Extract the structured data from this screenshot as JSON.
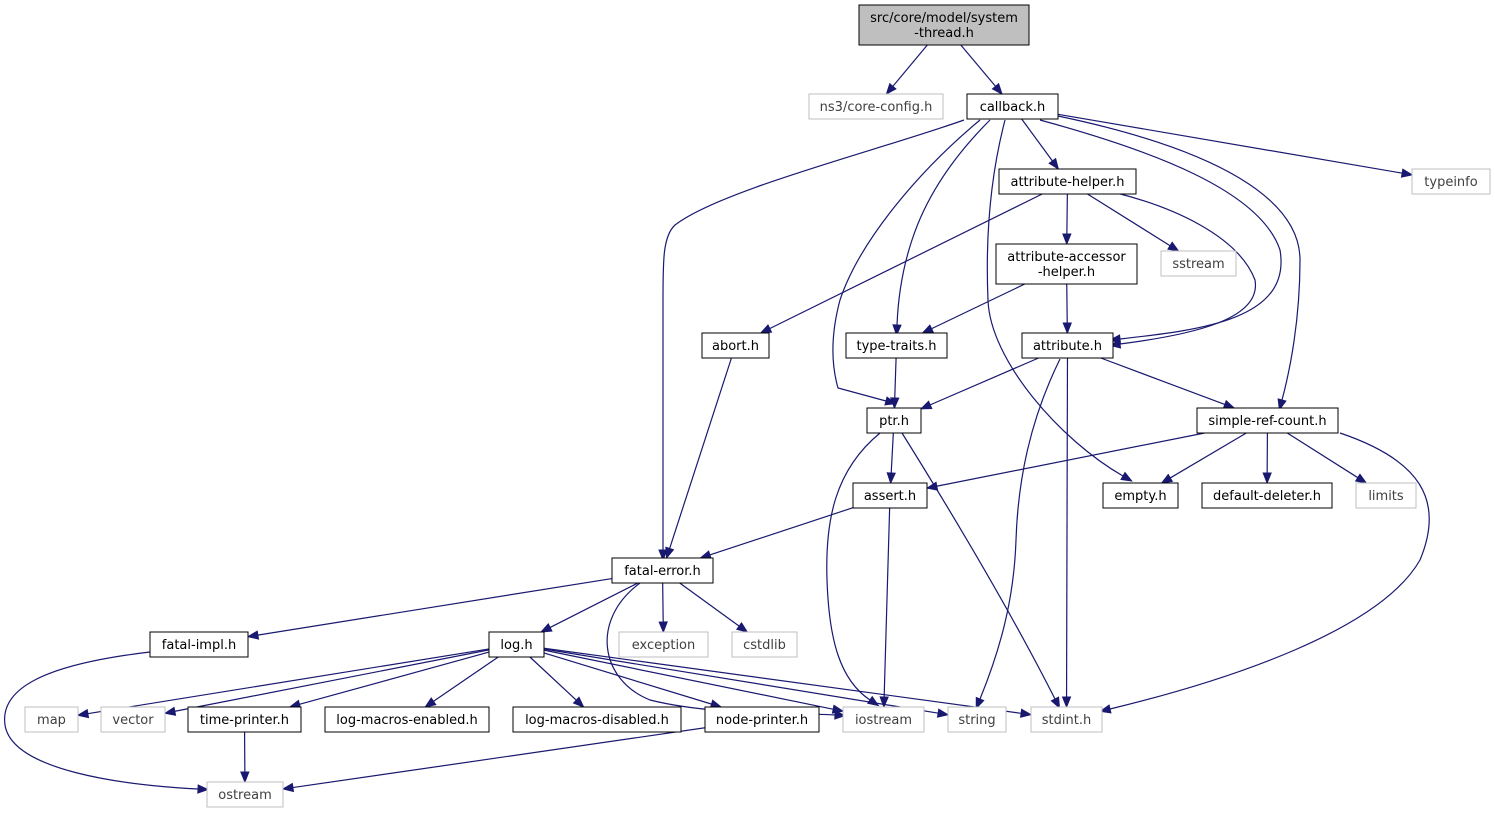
{
  "colors": {
    "edge": "#191970",
    "root_fill": "#bfbfbf",
    "external_border": "#bfbfbf",
    "internal_border": "#000000",
    "external_text": "#404040"
  },
  "nodes": [
    {
      "id": "root",
      "kind": "root",
      "label_lines": [
        "src/core/model/system",
        "-thread.h"
      ]
    },
    {
      "id": "ns3-core-config",
      "kind": "sys",
      "label_lines": [
        "ns3/core-config.h"
      ]
    },
    {
      "id": "callback",
      "kind": "doc",
      "label_lines": [
        "callback.h"
      ]
    },
    {
      "id": "typeinfo",
      "kind": "sys",
      "label_lines": [
        "typeinfo"
      ]
    },
    {
      "id": "attribute-helper",
      "kind": "doc",
      "label_lines": [
        "attribute-helper.h"
      ]
    },
    {
      "id": "attribute-accessor-helper",
      "kind": "doc",
      "label_lines": [
        "attribute-accessor",
        "-helper.h"
      ]
    },
    {
      "id": "sstream",
      "kind": "sys",
      "label_lines": [
        "sstream"
      ]
    },
    {
      "id": "abort",
      "kind": "doc",
      "label_lines": [
        "abort.h"
      ]
    },
    {
      "id": "type-traits",
      "kind": "doc",
      "label_lines": [
        "type-traits.h"
      ]
    },
    {
      "id": "attribute",
      "kind": "doc",
      "label_lines": [
        "attribute.h"
      ]
    },
    {
      "id": "ptr",
      "kind": "doc",
      "label_lines": [
        "ptr.h"
      ]
    },
    {
      "id": "simple-ref-count",
      "kind": "doc",
      "label_lines": [
        "simple-ref-count.h"
      ]
    },
    {
      "id": "assert",
      "kind": "doc",
      "label_lines": [
        "assert.h"
      ]
    },
    {
      "id": "empty",
      "kind": "doc",
      "label_lines": [
        "empty.h"
      ]
    },
    {
      "id": "default-deleter",
      "kind": "doc",
      "label_lines": [
        "default-deleter.h"
      ]
    },
    {
      "id": "limits",
      "kind": "sys",
      "label_lines": [
        "limits"
      ]
    },
    {
      "id": "fatal-error",
      "kind": "doc",
      "label_lines": [
        "fatal-error.h"
      ]
    },
    {
      "id": "fatal-impl",
      "kind": "doc",
      "label_lines": [
        "fatal-impl.h"
      ]
    },
    {
      "id": "log",
      "kind": "doc",
      "label_lines": [
        "log.h"
      ]
    },
    {
      "id": "exception",
      "kind": "sys",
      "label_lines": [
        "exception"
      ]
    },
    {
      "id": "cstdlib",
      "kind": "sys",
      "label_lines": [
        "cstdlib"
      ]
    },
    {
      "id": "map",
      "kind": "sys",
      "label_lines": [
        "map"
      ]
    },
    {
      "id": "vector",
      "kind": "sys",
      "label_lines": [
        "vector"
      ]
    },
    {
      "id": "time-printer",
      "kind": "doc",
      "label_lines": [
        "time-printer.h"
      ]
    },
    {
      "id": "log-macros-enabled",
      "kind": "doc",
      "label_lines": [
        "log-macros-enabled.h"
      ]
    },
    {
      "id": "log-macros-disabled",
      "kind": "doc",
      "label_lines": [
        "log-macros-disabled.h"
      ]
    },
    {
      "id": "node-printer",
      "kind": "doc",
      "label_lines": [
        "node-printer.h"
      ]
    },
    {
      "id": "iostream",
      "kind": "sys",
      "label_lines": [
        "iostream"
      ]
    },
    {
      "id": "string",
      "kind": "sys",
      "label_lines": [
        "string"
      ]
    },
    {
      "id": "stdint",
      "kind": "sys",
      "label_lines": [
        "stdint.h"
      ]
    },
    {
      "id": "ostream",
      "kind": "sys",
      "label_lines": [
        "ostream"
      ]
    }
  ],
  "edges": [
    {
      "from": "root",
      "to": "ns3-core-config"
    },
    {
      "from": "root",
      "to": "callback"
    },
    {
      "from": "callback",
      "to": "fatal-error"
    },
    {
      "from": "callback",
      "to": "ptr"
    },
    {
      "from": "callback",
      "to": "type-traits"
    },
    {
      "from": "callback",
      "to": "empty"
    },
    {
      "from": "callback",
      "to": "attribute-helper"
    },
    {
      "from": "callback",
      "to": "attribute"
    },
    {
      "from": "callback",
      "to": "simple-ref-count"
    },
    {
      "from": "callback",
      "to": "typeinfo"
    },
    {
      "from": "attribute-helper",
      "to": "abort"
    },
    {
      "from": "attribute-helper",
      "to": "attribute-accessor-helper"
    },
    {
      "from": "attribute-helper",
      "to": "sstream"
    },
    {
      "from": "attribute-helper",
      "to": "attribute"
    },
    {
      "from": "attribute-accessor-helper",
      "to": "type-traits"
    },
    {
      "from": "attribute-accessor-helper",
      "to": "attribute"
    },
    {
      "from": "abort",
      "to": "fatal-error"
    },
    {
      "from": "type-traits",
      "to": "ptr"
    },
    {
      "from": "attribute",
      "to": "ptr"
    },
    {
      "from": "attribute",
      "to": "simple-ref-count"
    },
    {
      "from": "attribute",
      "to": "string"
    },
    {
      "from": "attribute",
      "to": "stdint"
    },
    {
      "from": "ptr",
      "to": "assert"
    },
    {
      "from": "ptr",
      "to": "iostream"
    },
    {
      "from": "ptr",
      "to": "stdint"
    },
    {
      "from": "simple-ref-count",
      "to": "assert"
    },
    {
      "from": "simple-ref-count",
      "to": "empty"
    },
    {
      "from": "simple-ref-count",
      "to": "default-deleter"
    },
    {
      "from": "simple-ref-count",
      "to": "limits"
    },
    {
      "from": "simple-ref-count",
      "to": "stdint"
    },
    {
      "from": "assert",
      "to": "fatal-error"
    },
    {
      "from": "assert",
      "to": "iostream"
    },
    {
      "from": "fatal-error",
      "to": "fatal-impl"
    },
    {
      "from": "fatal-error",
      "to": "log"
    },
    {
      "from": "fatal-error",
      "to": "iostream"
    },
    {
      "from": "fatal-error",
      "to": "exception"
    },
    {
      "from": "fatal-error",
      "to": "cstdlib"
    },
    {
      "from": "fatal-impl",
      "to": "ostream"
    },
    {
      "from": "log",
      "to": "map"
    },
    {
      "from": "log",
      "to": "vector"
    },
    {
      "from": "log",
      "to": "time-printer"
    },
    {
      "from": "log",
      "to": "log-macros-enabled"
    },
    {
      "from": "log",
      "to": "log-macros-disabled"
    },
    {
      "from": "log",
      "to": "node-printer"
    },
    {
      "from": "log",
      "to": "iostream"
    },
    {
      "from": "log",
      "to": "string"
    },
    {
      "from": "log",
      "to": "stdint"
    },
    {
      "from": "time-printer",
      "to": "ostream"
    },
    {
      "from": "node-printer",
      "to": "ostream"
    }
  ]
}
